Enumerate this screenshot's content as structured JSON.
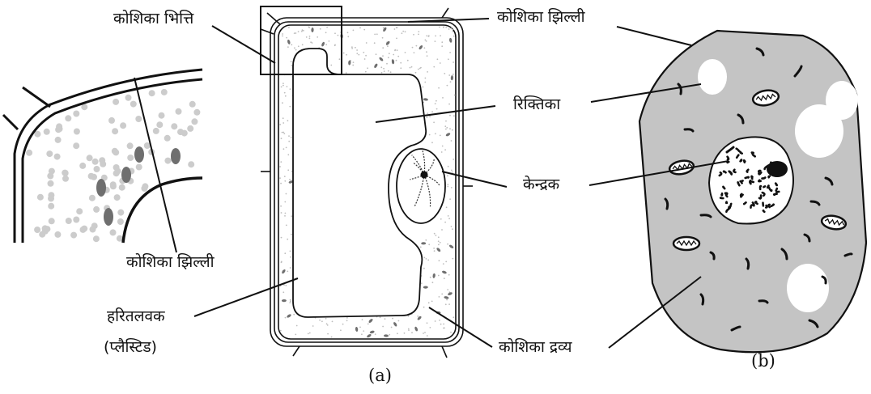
{
  "colors": {
    "outline": "#111111",
    "cytoplasm_speckle": "#bdbdbd",
    "chloroplast": "#6f6f6f",
    "animal_cell_fill": "#c4c4c4",
    "vacuole_fill": "#ffffff"
  },
  "labels": {
    "cell_wall": "कोशिका भित्ति",
    "cell_membrane_top": "कोशिका झिल्ली",
    "cell_membrane_zoom": "कोशिका झिल्ली",
    "vacuole": "रिक्तिका",
    "nucleus": "केन्द्रक",
    "chloroplast": "हरितलवक",
    "plastid": "(प्लैस्टिड)",
    "cytoplasm": "कोशिका द्रव्य"
  },
  "captions": {
    "a": "(a)",
    "b": "(b)"
  }
}
